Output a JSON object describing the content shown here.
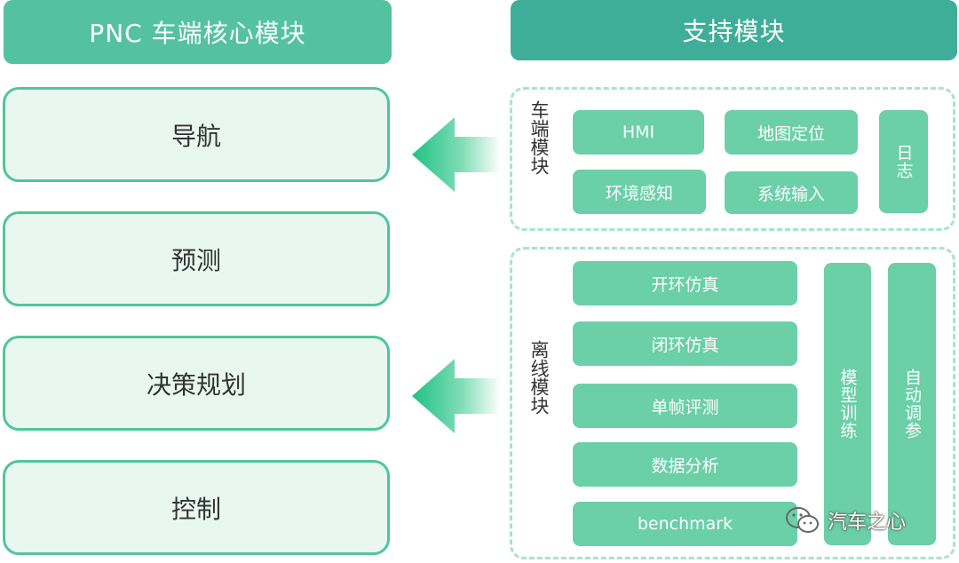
{
  "headers": {
    "core": "PNC 车端核心模块",
    "support": "支持模块"
  },
  "core_modules": [
    "导航",
    "预测",
    "决策规划",
    "控制"
  ],
  "vehicle_group": {
    "label": "车端模块",
    "modules": [
      "HMI",
      "地图定位",
      "环境感知",
      "系统输入",
      "日志"
    ]
  },
  "offline_group": {
    "label": "离线模块",
    "modules": [
      "开环仿真",
      "闭环仿真",
      "单帧评测",
      "数据分析",
      "benchmark",
      "模型训练",
      "自动调参"
    ]
  },
  "watermark": "汽车之心",
  "colors": {
    "header_left": "#55c29f",
    "header_right": "#3fae99",
    "core_border": "#52c49d",
    "core_fill": "#e8f8f1",
    "module_fill": "#6bcfa8",
    "dashed_border": "#a8e3cc"
  }
}
